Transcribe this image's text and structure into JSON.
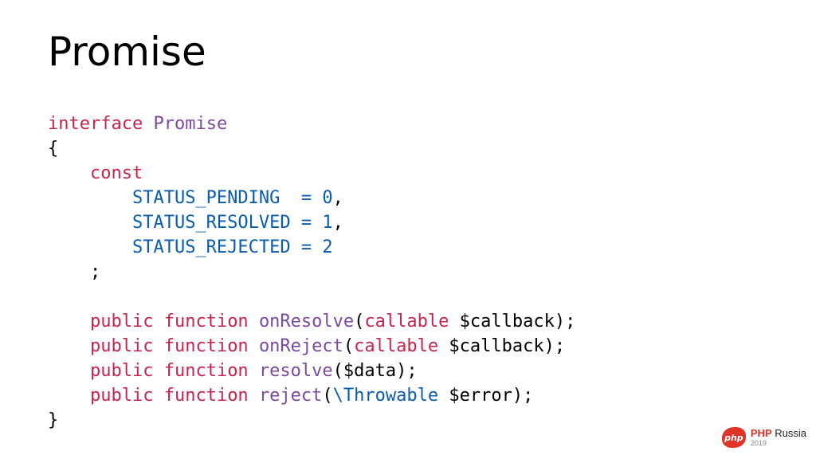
{
  "slide": {
    "title": "Promise"
  },
  "code": {
    "lines": [
      [
        {
          "t": "interface",
          "c": "k"
        },
        {
          "t": " ",
          "c": "p"
        },
        {
          "t": "Promise",
          "c": "f"
        }
      ],
      [
        {
          "t": "{",
          "c": "p"
        }
      ],
      [
        {
          "t": "    ",
          "c": "p"
        },
        {
          "t": "const",
          "c": "k"
        }
      ],
      [
        {
          "t": "        ",
          "c": "p"
        },
        {
          "t": "STATUS_PENDING",
          "c": "c"
        },
        {
          "t": "  = ",
          "c": "c"
        },
        {
          "t": "0",
          "c": "c"
        },
        {
          "t": ",",
          "c": "p"
        }
      ],
      [
        {
          "t": "        ",
          "c": "p"
        },
        {
          "t": "STATUS_RESOLVED",
          "c": "c"
        },
        {
          "t": " = ",
          "c": "c"
        },
        {
          "t": "1",
          "c": "c"
        },
        {
          "t": ",",
          "c": "p"
        }
      ],
      [
        {
          "t": "        ",
          "c": "p"
        },
        {
          "t": "STATUS_REJECTED",
          "c": "c"
        },
        {
          "t": " = ",
          "c": "c"
        },
        {
          "t": "2",
          "c": "c"
        }
      ],
      [
        {
          "t": "    ;",
          "c": "p"
        }
      ],
      [],
      [
        {
          "t": "    ",
          "c": "p"
        },
        {
          "t": "public",
          "c": "k"
        },
        {
          "t": " ",
          "c": "p"
        },
        {
          "t": "function",
          "c": "k"
        },
        {
          "t": " ",
          "c": "p"
        },
        {
          "t": "onResolve",
          "c": "f"
        },
        {
          "t": "(",
          "c": "p"
        },
        {
          "t": "callable",
          "c": "k"
        },
        {
          "t": " $callback);",
          "c": "p"
        }
      ],
      [
        {
          "t": "    ",
          "c": "p"
        },
        {
          "t": "public",
          "c": "k"
        },
        {
          "t": " ",
          "c": "p"
        },
        {
          "t": "function",
          "c": "k"
        },
        {
          "t": " ",
          "c": "p"
        },
        {
          "t": "onReject",
          "c": "f"
        },
        {
          "t": "(",
          "c": "p"
        },
        {
          "t": "callable",
          "c": "k"
        },
        {
          "t": " $callback);",
          "c": "p"
        }
      ],
      [
        {
          "t": "    ",
          "c": "p"
        },
        {
          "t": "public",
          "c": "k"
        },
        {
          "t": " ",
          "c": "p"
        },
        {
          "t": "function",
          "c": "k"
        },
        {
          "t": " ",
          "c": "p"
        },
        {
          "t": "resolve",
          "c": "f"
        },
        {
          "t": "($data);",
          "c": "p"
        }
      ],
      [
        {
          "t": "    ",
          "c": "p"
        },
        {
          "t": "public",
          "c": "k"
        },
        {
          "t": " ",
          "c": "p"
        },
        {
          "t": "function",
          "c": "k"
        },
        {
          "t": " ",
          "c": "p"
        },
        {
          "t": "reject",
          "c": "f"
        },
        {
          "t": "(",
          "c": "p"
        },
        {
          "t": "\\Throwable",
          "c": "c"
        },
        {
          "t": " $error);",
          "c": "p"
        }
      ],
      [
        {
          "t": "}",
          "c": "p"
        }
      ]
    ]
  },
  "logo": {
    "badge": "php",
    "name_php": "PHP",
    "name_country": "Russia",
    "year": "2019"
  },
  "colors": {
    "keyword": "#c7254e",
    "identifier": "#7a4a9e",
    "constant": "#0b5cad",
    "brand": "#e0342a"
  }
}
